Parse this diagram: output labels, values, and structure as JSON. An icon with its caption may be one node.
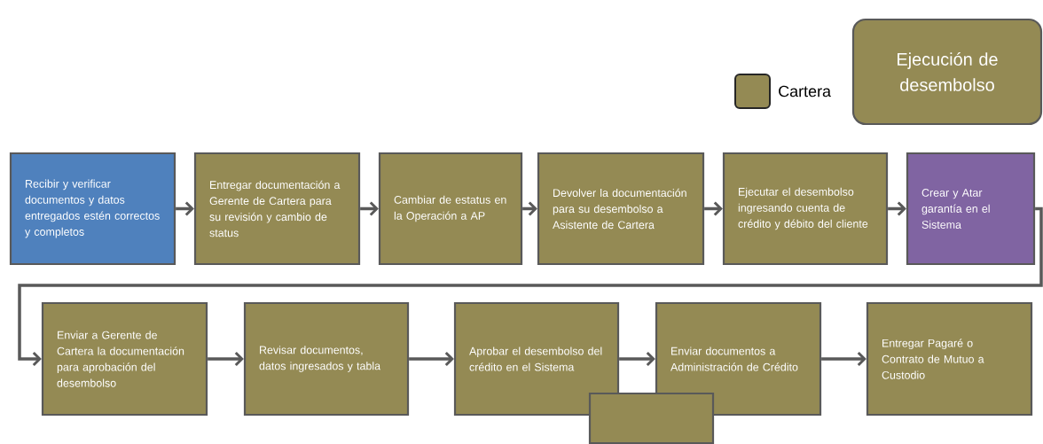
{
  "diagram": {
    "nodes": [
      {
        "text": [
          "Ejecución de desembolso"
        ]
      },
      {
        "text": [
          "Recibir y verificar documentos y datos entregados estén correctos y completos"
        ]
      },
      {
        "text": [
          "Entregar documentación a Gerente de Cartera para su revisión y cambio de status"
        ]
      },
      {
        "text": [
          "Cambiar de estatus en la Operación a AP"
        ]
      },
      {
        "text": [
          "Devolver la documentación para su desembolso a Asistente de Cartera"
        ]
      },
      {
        "text": [
          "Ejecutar el desembolso ingresando cuenta de crédito y débito del cliente"
        ]
      },
      {
        "text": [
          "Crear y Atar garantía en el Sistema"
        ]
      },
      {
        "text": [
          "Enviar a Gerente de Cartera la documentación para aprobación del desembolso"
        ]
      },
      {
        "text": [
          "Revisar documentos, datos ingresados y tabla"
        ]
      },
      {
        "text": [
          "Aprobar el desembolso del crédito en el Sistema"
        ]
      },
      {
        "text": [
          "Enviar documentos a Administración de Crédito"
        ]
      },
      {
        "text": [
          "Entregar Pagaré o Contrato de Mutuo a Custodio"
        ]
      },
      {
        "text": [],
        "shape": "box"
      }
    ],
    "edges": [
      {
        "from": 1,
        "to": 2,
        "arrow": "to"
      },
      {
        "from": 2,
        "to": 3,
        "arrow": "to"
      },
      {
        "from": 3,
        "to": 4,
        "arrow": "to"
      },
      {
        "from": 4,
        "to": 5,
        "arrow": "to"
      },
      {
        "from": 5,
        "to": 6,
        "arrow": "to"
      },
      {
        "from": 6,
        "to": 7,
        "arrow": "to"
      },
      {
        "from": 7,
        "to": 8,
        "arrow": "to"
      },
      {
        "from": 8,
        "to": 9,
        "arrow": "to"
      },
      {
        "from": 9,
        "to": 10,
        "arrow": "to"
      },
      {
        "from": 10,
        "to": 11,
        "arrow": "to"
      }
    ],
    "legend": [
      {
        "text": "Cartera",
        "color": "#948a54"
      }
    ]
  }
}
